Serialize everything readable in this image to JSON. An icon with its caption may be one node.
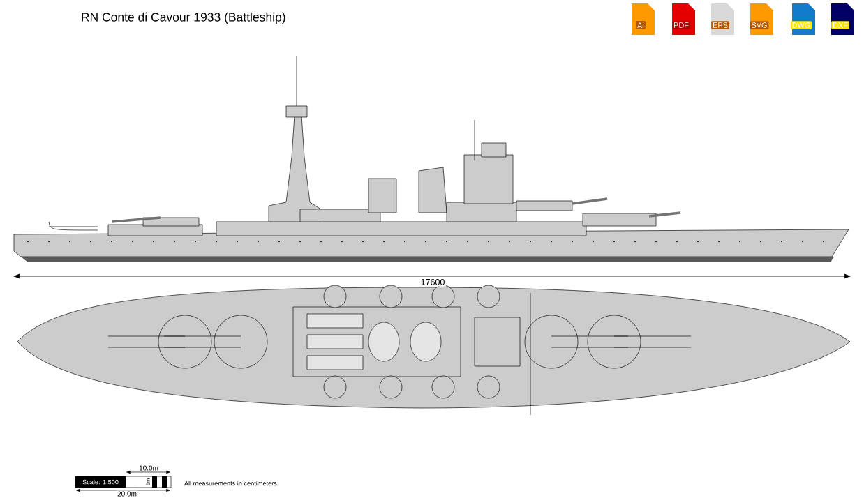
{
  "diagram": {
    "title": "RN Conte di Cavour 1933 (Battleship)",
    "labels": [
      "Ai",
      "PDF",
      "EPS",
      "SVG",
      "DWG",
      "DXF",
      "17600",
      "10.0m",
      "Scale: 1:500",
      "1m",
      "20.0m",
      "All measurements in centimeters."
    ]
  }
}
